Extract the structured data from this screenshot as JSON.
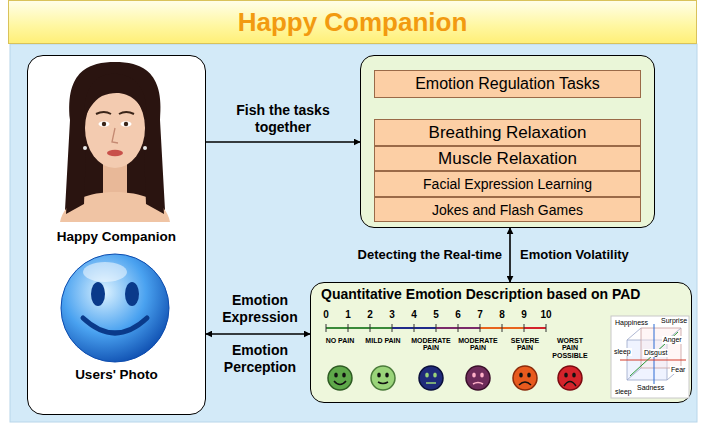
{
  "diagram": {
    "title": "Happy Companion",
    "nodes": [
      {
        "text": [
          "Happy Companion",
          "Users' Photo"
        ]
      },
      {
        "text": []
      },
      {
        "text": [
          "Emotion Regulation Tasks"
        ],
        "in": 1
      },
      {
        "text": [
          "Breathing Relaxation"
        ],
        "in": 1
      },
      {
        "text": [
          "Muscle Relaxation"
        ],
        "in": 1
      },
      {
        "text": [
          "Facial Expression Learning"
        ],
        "in": 1
      },
      {
        "text": [
          "Jokes and Flash Games"
        ],
        "in": 1
      },
      {
        "text": [
          "Quantitative Emotion Description based on PAD"
        ]
      }
    ],
    "edges": [
      {
        "from": 0,
        "to": 1,
        "label": "Fish the tasks together",
        "arrow": "to"
      },
      {
        "from": 1,
        "to": 7,
        "label": "Detecting the Real-time",
        "arrow": "both"
      },
      {
        "from": 0,
        "to": 7,
        "label": "Emotion Expression",
        "arrow": "both"
      }
    ],
    "labels": [
      "Emotion Volatility",
      "Emotion Perception",
      "0",
      "1",
      "2",
      "3",
      "4",
      "5",
      "6",
      "7",
      "8",
      "9",
      "10",
      "NO PAIN",
      "MILD PAIN",
      "MODERATE PAIN",
      "MODERATE PAIN",
      "SEVERE PAIN",
      "WORST PAIN POSSIBLE",
      "Happiness",
      "Surprise",
      "Anger",
      "Disgust",
      "Fear",
      "sleep",
      "Sadness",
      "sleep"
    ]
  }
}
